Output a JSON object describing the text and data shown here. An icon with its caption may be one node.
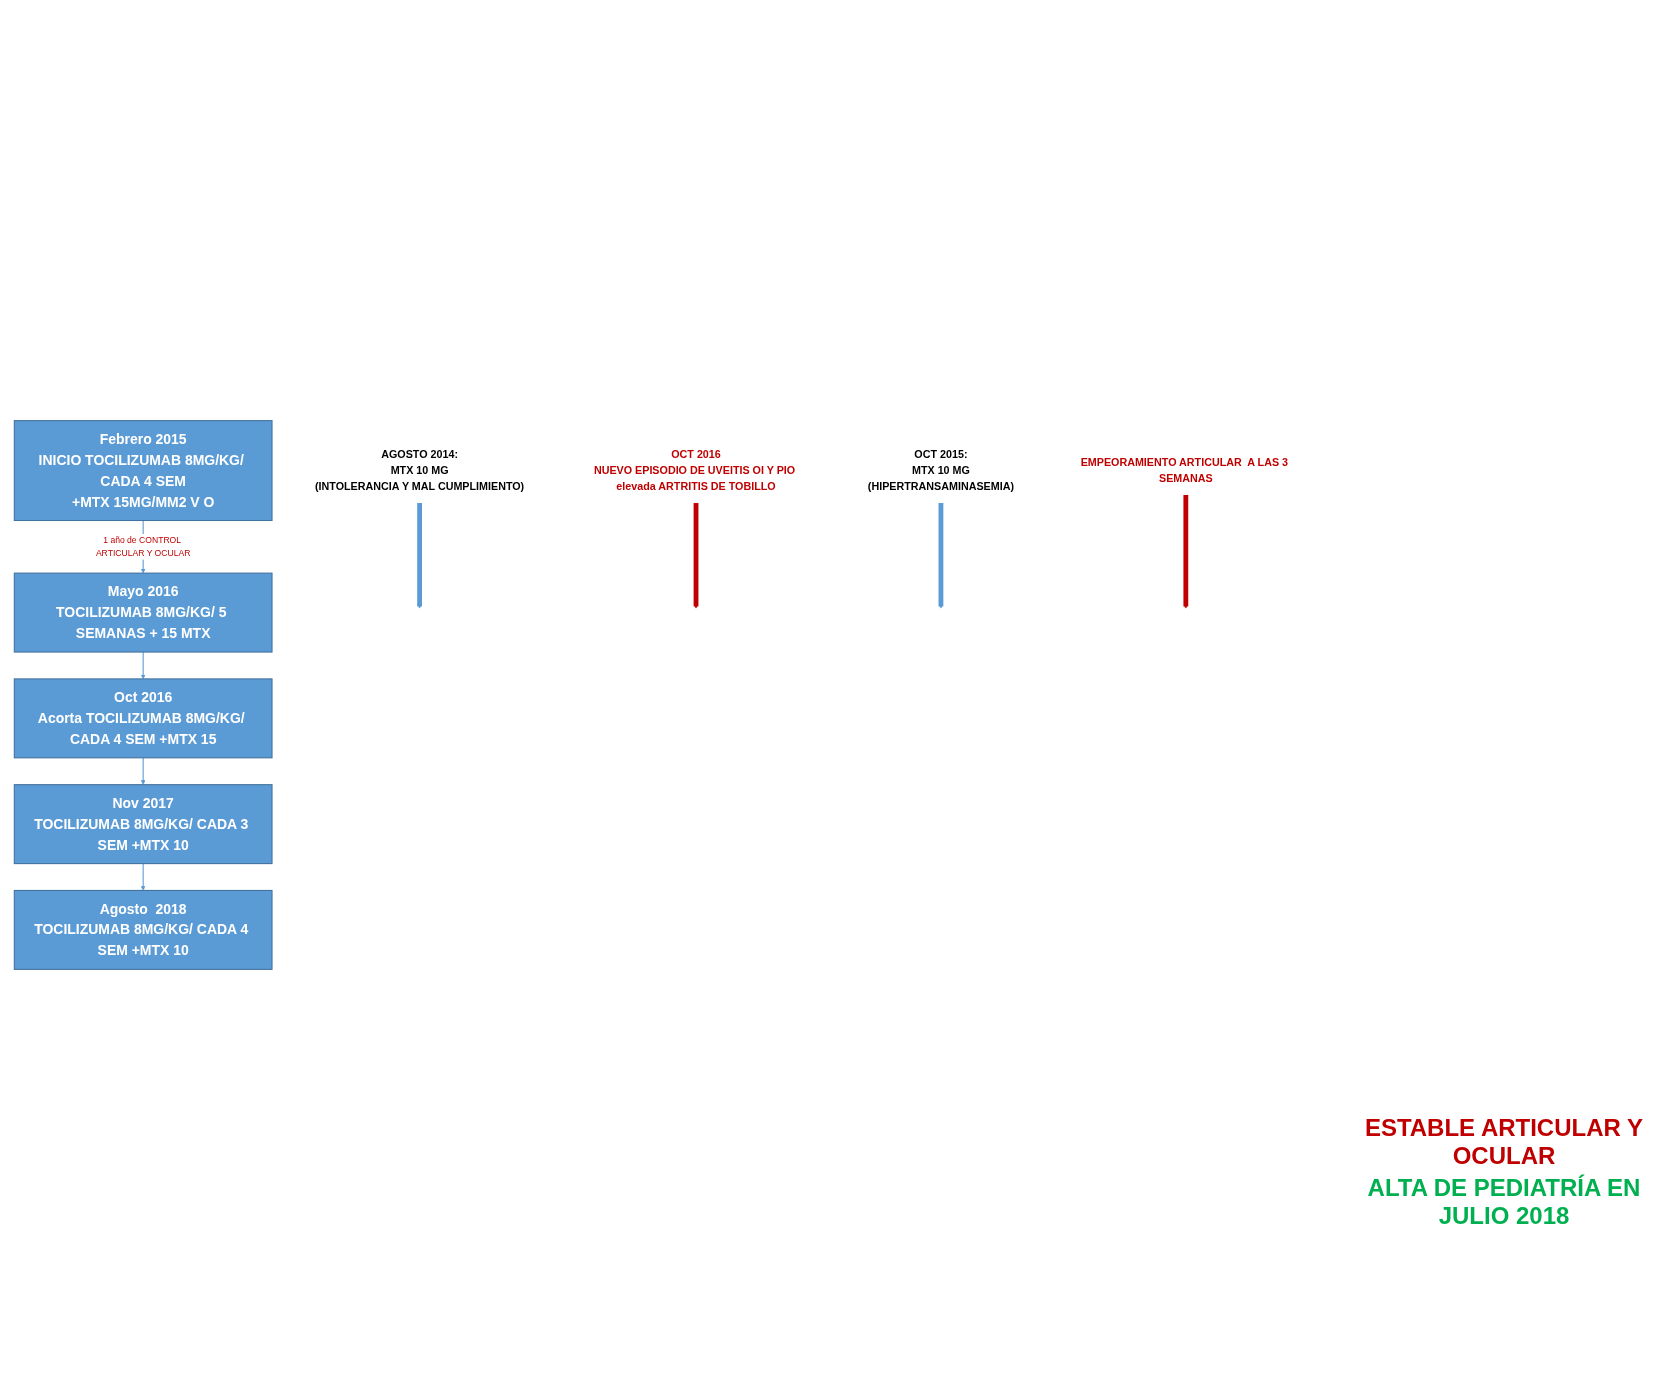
{
  "diagram": {
    "nodes": [
      {
        "text": [
          "Febrero 2015",
          "INICIO TOCILIZUMAB 8MG/KG/ CADA 4 SEM",
          "+MTX 15MG/MM2 V O"
        ]
      },
      {
        "text": [
          "Mayo 2016",
          "TOCILIZUMAB 8MG/KG/ 5 SEMANAS + 15 MTX"
        ]
      },
      {
        "text": [
          "AGOSTO 2014:",
          "MTX 10 MG",
          "(INTOLERANCIA  Y MAL CUMPLIMIENTO)"
        ]
      },
      {
        "text": [
          "OCT 2016",
          "NUEVO EPISODIO DE UVEITIS OI Y PIO elevada ARTRITIS DE TOBILLO"
        ]
      },
      {
        "text": [
          "Oct 2016",
          "Acorta TOCILIZUMAB 8MG/KG/ CADA 4 SEM +MTX 15"
        ]
      },
      {
        "text": [
          "OCT 2015:",
          "MTX 10 MG",
          "(HIPERTRANSAMINASEMIA)"
        ]
      },
      {
        "text": [
          "EMPEORAMIENTO ARTICULAR  A LAS 3 SEMANAS"
        ]
      },
      {
        "text": [
          "Nov 2017",
          "TOCILIZUMAB 8MG/KG/ CADA 3 SEM +MTX 10"
        ]
      },
      {
        "text": [
          "Agosto  2018",
          "TOCILIZUMAB 8MG/KG/ CADA 4 SEM +MTX 10"
        ]
      }
    ],
    "edges": [
      {
        "from": 0,
        "to": 1,
        "arrow": "to",
        "label": "1 año de CONTROL ARTICULAR Y OCULAR"
      },
      {
        "from": 1,
        "to": 4,
        "arrow": "to"
      },
      {
        "from": 4,
        "to": 7,
        "arrow": "to"
      },
      {
        "from": 7,
        "to": 8,
        "arrow": "to"
      },
      {
        "from": 2,
        "to": null,
        "arrow": "to",
        "style": "thick"
      },
      {
        "from": 3,
        "to": null,
        "arrow": "to",
        "style": "thick",
        "color": "#c00000"
      },
      {
        "from": 5,
        "to": null,
        "arrow": "to",
        "style": "thick"
      },
      {
        "from": 6,
        "to": null,
        "arrow": "to",
        "style": "thick",
        "color": "#c00000"
      }
    ],
    "labels": [
      "ESTABLE ARTICULAR Y OCULAR",
      "ALTA DE PEDIATRÍA EN JULIO 2018"
    ]
  }
}
